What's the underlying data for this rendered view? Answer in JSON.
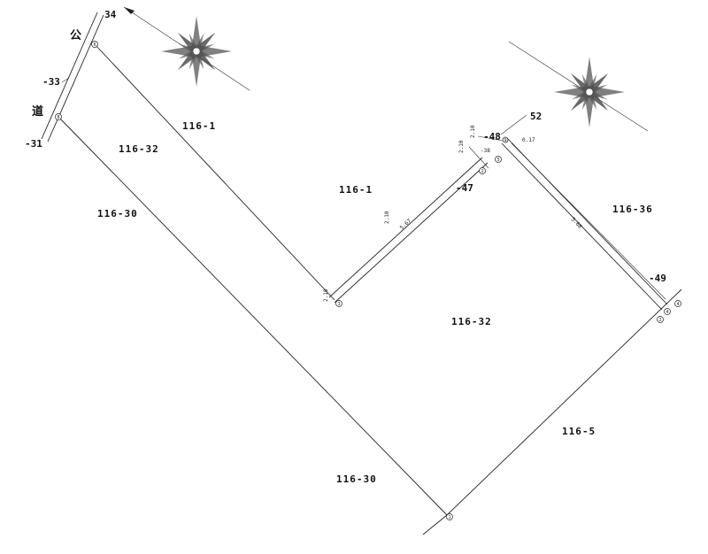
{
  "road_label": [
    "公",
    "道"
  ],
  "parcels": [
    {
      "id": "lot-116-1-north",
      "label": "116-1"
    },
    {
      "id": "lot-116-1-center",
      "label": "116-1"
    },
    {
      "id": "lot-116-32-north",
      "label": "116-32"
    },
    {
      "id": "lot-116-32-center",
      "label": "116-32"
    },
    {
      "id": "lot-116-30-west",
      "label": "116-30"
    },
    {
      "id": "lot-116-30-south",
      "label": "116-30"
    },
    {
      "id": "lot-116-36",
      "label": "116-36"
    },
    {
      "id": "lot-116-5",
      "label": "116-5"
    }
  ],
  "point_labels": [
    "34",
    "-33",
    "-31",
    "-48",
    "52",
    "-47",
    "-49",
    "-38"
  ],
  "dimensions": [
    "0.17",
    "2.10",
    "2.10",
    "5.67",
    "5.68",
    "2.10",
    "2.10"
  ],
  "markers": [
    "6",
    "8",
    "3",
    "2",
    "5",
    "9",
    "4",
    "1",
    "2",
    "4"
  ],
  "compass_icons": [
    "north-arrow-icon",
    "north-arrow-icon"
  ]
}
